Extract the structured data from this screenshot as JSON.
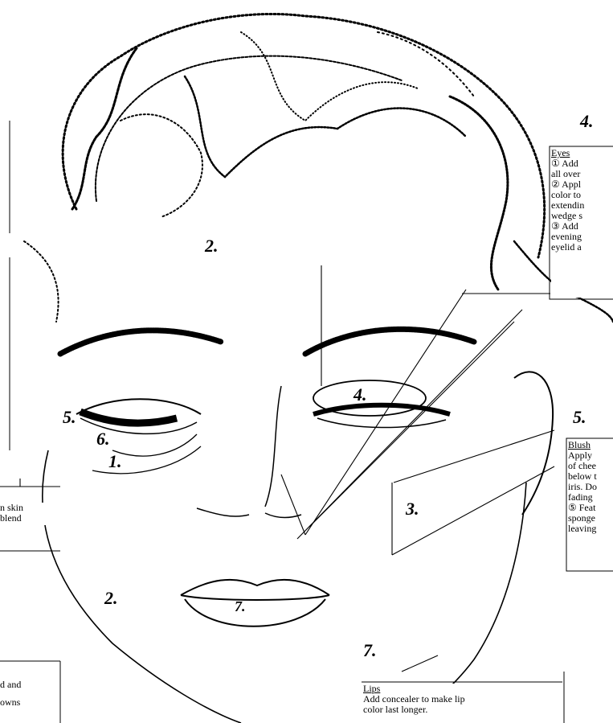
{
  "labels": {
    "forehead": "2.",
    "cheek": "2.",
    "eye_left_concealer": "1.",
    "eye_left_liner_outer": "5.",
    "eye_left_liner_inner": "6.",
    "eye_right_shadow": "4.",
    "blush_area": "3.",
    "lips_area": "7.",
    "eyes_step": "4.",
    "blush_step": "5.",
    "lips_step": "7."
  },
  "notes": {
    "eyes": {
      "heading": "Eyes",
      "lines": [
        "① Add",
        "all over",
        "② Appl",
        "color to",
        "extendin",
        "wedge s",
        "③ Add",
        "evening",
        "eyelid a"
      ]
    },
    "blush": {
      "heading": "Blush",
      "lines": [
        "Apply",
        "of chee",
        "below t",
        "iris. Do",
        "fading",
        "⑤ Feat",
        "sponge",
        "leaving"
      ]
    },
    "lips": {
      "heading": "Lips",
      "lines": [
        "Add concealer to make lip",
        "color last longer."
      ]
    },
    "left_mid": {
      "lines": [
        "n skin",
        "blend"
      ]
    },
    "left_bottom": {
      "lines": [
        "d and",
        "owns"
      ]
    }
  }
}
